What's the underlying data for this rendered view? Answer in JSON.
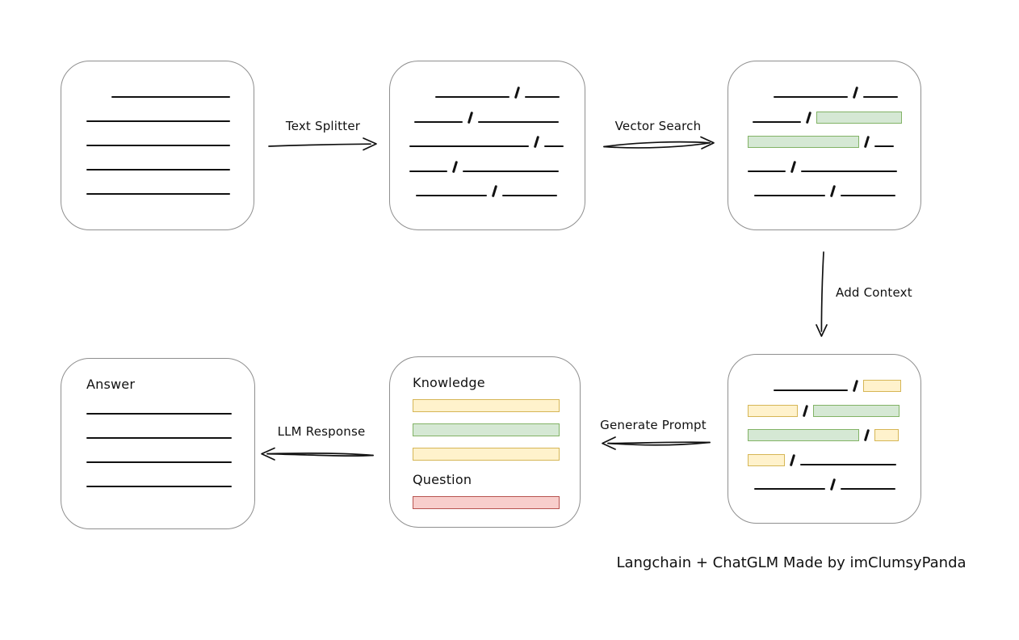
{
  "caption": "Langchain + ChatGLM Made by imClumsyPanda",
  "colors": {
    "ink": "#111111",
    "box_border": "#8f8f8f",
    "green_fill": "#d5e8d4",
    "green_border": "#82b366",
    "yellow_fill": "#fff2cc",
    "yellow_border": "#d6b656",
    "red_fill": "#f8cecc",
    "red_border": "#b85450"
  },
  "arrows": {
    "text_splitter": {
      "label": "Text Splitter",
      "direction": "right"
    },
    "vector_search": {
      "label": "Vector Search",
      "direction": "right"
    },
    "add_context": {
      "label": "Add Context",
      "direction": "down"
    },
    "generate_prompt": {
      "label": "Generate Prompt",
      "direction": "left"
    },
    "llm_response": {
      "label": "LLM Response",
      "direction": "left"
    }
  },
  "boxes": {
    "source_document": {
      "description": "document with plain text lines",
      "rows": [
        [
          {
            "t": "sp",
            "w": 31
          },
          {
            "t": "line",
            "w": 148
          }
        ],
        [
          {
            "t": "line",
            "w": 180
          }
        ],
        [
          {
            "t": "line",
            "w": 180
          }
        ],
        [
          {
            "t": "line",
            "w": 180
          }
        ],
        [
          {
            "t": "line",
            "w": 180
          }
        ]
      ]
    },
    "split_chunks": {
      "description": "text split into chunks separated by slashes",
      "rows": [
        [
          {
            "t": "sp",
            "w": 32
          },
          {
            "t": "line",
            "w": 92
          },
          {
            "t": "slash"
          },
          {
            "t": "line",
            "w": 43
          }
        ],
        [
          {
            "t": "sp",
            "w": 6
          },
          {
            "t": "line",
            "w": 60
          },
          {
            "t": "slash"
          },
          {
            "t": "line",
            "w": 100
          }
        ],
        [
          {
            "t": "line",
            "w": 148
          },
          {
            "t": "slash"
          },
          {
            "t": "line",
            "w": 24
          }
        ],
        [
          {
            "t": "line",
            "w": 47
          },
          {
            "t": "slash"
          },
          {
            "t": "line",
            "w": 119
          }
        ],
        [
          {
            "t": "sp",
            "w": 8
          },
          {
            "t": "line",
            "w": 88
          },
          {
            "t": "slash"
          },
          {
            "t": "line",
            "w": 68
          }
        ]
      ]
    },
    "vector_matches": {
      "description": "chunks with vector-search matches highlighted green",
      "rows": [
        [
          {
            "t": "sp",
            "w": 32
          },
          {
            "t": "line",
            "w": 92
          },
          {
            "t": "slash"
          },
          {
            "t": "line",
            "w": 43
          }
        ],
        [
          {
            "t": "sp",
            "w": 6
          },
          {
            "t": "line",
            "w": 60
          },
          {
            "t": "slash"
          },
          {
            "t": "box",
            "c": "green",
            "w": 106
          }
        ],
        [
          {
            "t": "box",
            "c": "green",
            "w": 138
          },
          {
            "t": "slash"
          },
          {
            "t": "line",
            "w": 24
          }
        ],
        [
          {
            "t": "line",
            "w": 47
          },
          {
            "t": "slash"
          },
          {
            "t": "line",
            "w": 119
          }
        ],
        [
          {
            "t": "sp",
            "w": 8
          },
          {
            "t": "line",
            "w": 88
          },
          {
            "t": "slash"
          },
          {
            "t": "line",
            "w": 68
          }
        ]
      ]
    },
    "context_chunks": {
      "description": "chunks with added context highlighted yellow around green matches",
      "rows": [
        [
          {
            "t": "sp",
            "w": 32
          },
          {
            "t": "line",
            "w": 92
          },
          {
            "t": "slash"
          },
          {
            "t": "box",
            "c": "yellow",
            "w": 47
          }
        ],
        [
          {
            "t": "box",
            "c": "yellow",
            "w": 62
          },
          {
            "t": "slash"
          },
          {
            "t": "box",
            "c": "green",
            "w": 107
          }
        ],
        [
          {
            "t": "box",
            "c": "green",
            "w": 138
          },
          {
            "t": "slash"
          },
          {
            "t": "box",
            "c": "yellow",
            "w": 30
          }
        ],
        [
          {
            "t": "box",
            "c": "yellow",
            "w": 46
          },
          {
            "t": "slash"
          },
          {
            "t": "line",
            "w": 119
          }
        ],
        [
          {
            "t": "sp",
            "w": 8
          },
          {
            "t": "line",
            "w": 88
          },
          {
            "t": "slash"
          },
          {
            "t": "line",
            "w": 68
          }
        ]
      ]
    },
    "prompt": {
      "knowledge_label": "Knowledge",
      "knowledge_bars": [
        "yellow",
        "green",
        "yellow"
      ],
      "question_label": "Question",
      "question_bars": [
        "red"
      ]
    },
    "answer": {
      "label": "Answer",
      "line_count": 4
    }
  }
}
